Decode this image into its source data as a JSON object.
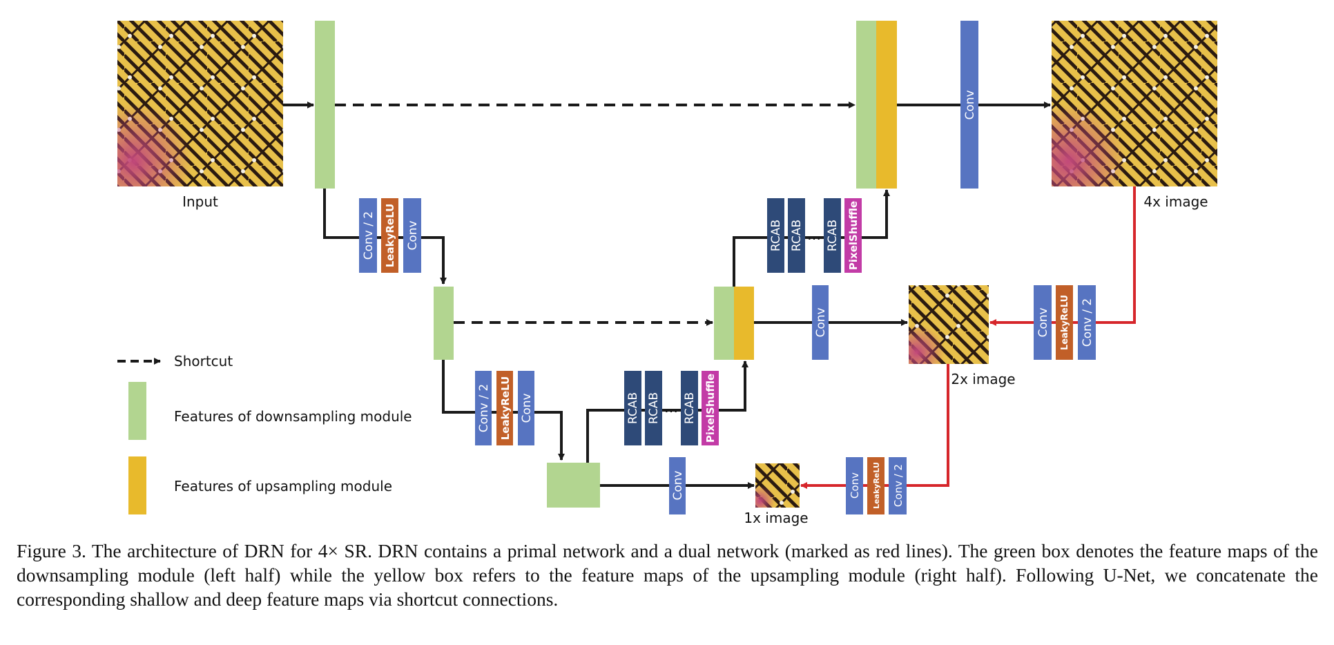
{
  "colors": {
    "green": "#b2d590",
    "yellow": "#e8ba2c",
    "conv": "#5774c1",
    "leaky": "#c15f28",
    "rcab": "#2e4a78",
    "pixelshuffle": "#c23ba6",
    "dual_line": "#d6262b",
    "line": "#1a1a1a"
  },
  "labels": {
    "input": "Input",
    "out4x": "4x image",
    "out2x": "2x image",
    "out1x": "1x image"
  },
  "blocks": {
    "conv": "Conv",
    "conv2": "Conv / 2",
    "leaky": "LeakyReLU",
    "rcab": "RCAB",
    "pixelshuffle": "PixelShuffle",
    "dots": "…"
  },
  "legend": {
    "shortcut": "Shortcut",
    "down": "Features of downsampling module",
    "up": "Features of upsampling module"
  },
  "caption": "Figure 3.  The architecture of DRN for 4× SR. DRN contains a primal network and a dual network (marked as red lines). The green box denotes the feature maps of the downsampling module (left half) while the yellow box refers to the feature maps of the upsampling module (right half). Following U-Net, we concatenate the corresponding shallow and deep feature maps via shortcut connections."
}
